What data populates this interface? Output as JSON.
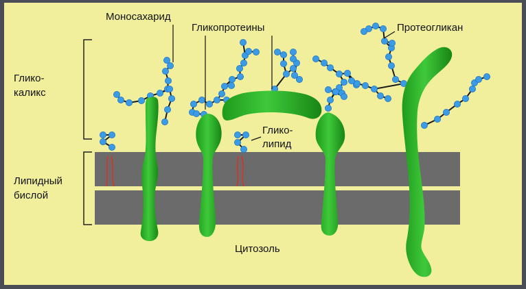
{
  "labels": {
    "monosaccharide": "Моносахарид",
    "glycoproteins": "Гликопротеины",
    "proteoglycan": "Протеогликан",
    "glycocalyx_line1": "Глико-",
    "glycocalyx_line2": "каликс",
    "glycolipid_line1": "Глико-",
    "glycolipid_line2": "липид",
    "lipid_bilayer_line1": "Липидный",
    "lipid_bilayer_line2": "бислой",
    "cytosol": "Цитозоль"
  },
  "colors": {
    "background": "#f1ee9c",
    "frame": "#4a4d56",
    "membrane": "#6b6b6b",
    "protein": "#22ad1f",
    "sugar": "#3b9be5",
    "sugar_link": "#1a1a1a",
    "lipid_tail": "#e0301e",
    "bracket": "#222222"
  }
}
